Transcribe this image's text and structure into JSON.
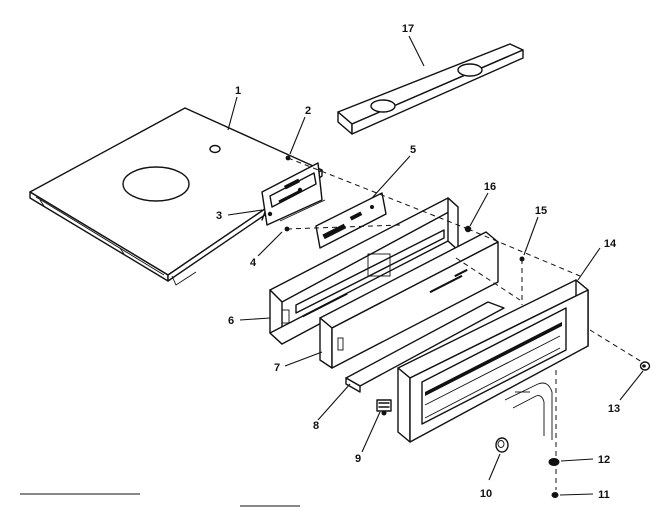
{
  "parts": [
    {
      "id": "p1",
      "number": "1"
    },
    {
      "id": "p2",
      "number": "2"
    },
    {
      "id": "p3",
      "number": "3"
    },
    {
      "id": "p4",
      "number": "4"
    },
    {
      "id": "p5",
      "number": "5"
    },
    {
      "id": "p6",
      "number": "6"
    },
    {
      "id": "p7",
      "number": "7"
    },
    {
      "id": "p8",
      "number": "8"
    },
    {
      "id": "p9",
      "number": "9"
    },
    {
      "id": "p10",
      "number": "10"
    },
    {
      "id": "p11",
      "number": "11"
    },
    {
      "id": "p12",
      "number": "12"
    },
    {
      "id": "p13",
      "number": "13"
    },
    {
      "id": "p14",
      "number": "14"
    },
    {
      "id": "p15",
      "number": "15"
    },
    {
      "id": "p16",
      "number": "16"
    },
    {
      "id": "p17",
      "number": "17"
    }
  ]
}
